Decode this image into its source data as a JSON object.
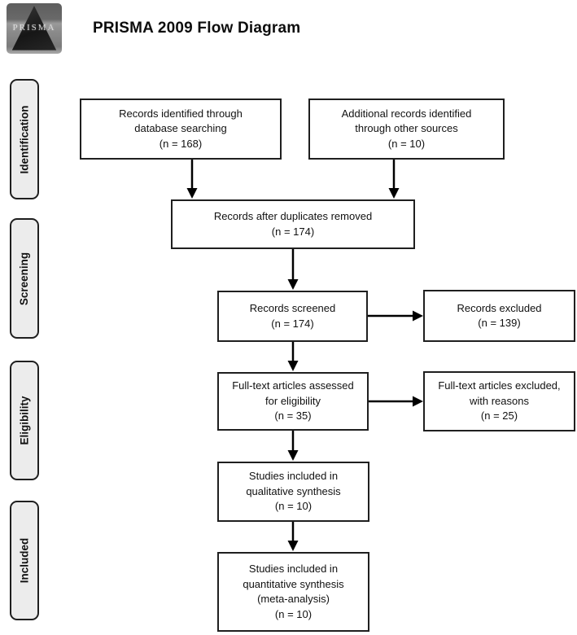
{
  "header": {
    "logo_text": "PRISMA",
    "title": "PRISMA 2009 Flow Diagram"
  },
  "stages": [
    {
      "label": "Identification"
    },
    {
      "label": "Screening"
    },
    {
      "label": "Eligibility"
    },
    {
      "label": "Included"
    }
  ],
  "boxes": {
    "identified": {
      "text": "Records identified through\ndatabase searching\n(n = 168)",
      "count": 168
    },
    "additional": {
      "text": "Additional records identified\nthrough other sources\n(n = 10)",
      "count": 10
    },
    "deduplicated": {
      "text": "Records after duplicates removed\n(n = 174)",
      "count": 174
    },
    "screened": {
      "text": "Records screened\n(n = 174)",
      "count": 174
    },
    "excluded": {
      "text": "Records excluded\n(n = 139)",
      "count": 139
    },
    "fulltext_assessed": {
      "text": "Full-text articles assessed\nfor eligibility\n(n = 35)",
      "count": 35
    },
    "fulltext_excluded": {
      "text": "Full-text articles excluded,\nwith reasons\n(n = 25)",
      "count": 25
    },
    "qualitative": {
      "text": "Studies included in\nqualitative synthesis\n(n = 10)",
      "count": 10
    },
    "quantitative": {
      "text": "Studies included in\nquantitative synthesis\n(meta-analysis)\n(n = 10)",
      "count": 10
    }
  },
  "colors": {
    "background": "#ffffff",
    "box_border": "#1f1f1f",
    "box_fill": "#ffffff",
    "stage_fill": "#ececec",
    "arrow": "#000000",
    "text": "#111111",
    "logo_gray": "#8b8b8b",
    "logo_triangle": "#1c1c1c"
  }
}
